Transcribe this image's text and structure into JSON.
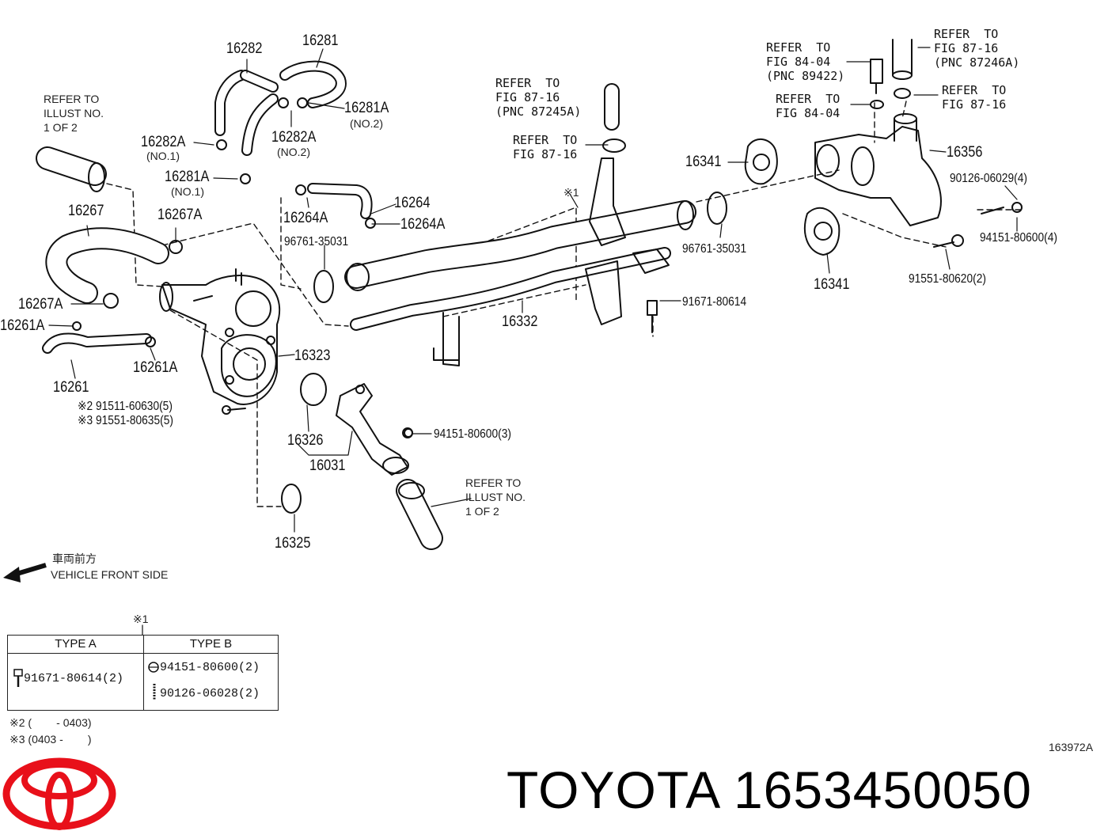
{
  "parts": {
    "p16282": "16282",
    "p16281": "16281",
    "p16281a_top": "16281A",
    "p16281a_top_sub": "(NO.2)",
    "p16282a_left": "16282A",
    "p16282a_left_sub": "(NO.1)",
    "p16282a_mid": "16282A",
    "p16282a_mid_sub": "(NO.2)",
    "p16281a_mid": "16281A",
    "p16281a_mid_sub": "(NO.1)",
    "p16267": "16267",
    "p16267a_top": "16267A",
    "p16267a_bottom": "16267A",
    "p16261a_left": "16261A",
    "p16261a_right": "16261A",
    "p16261": "16261",
    "p16264": "16264",
    "p16264a_left": "16264A",
    "p16264a_right": "16264A",
    "p96761_left": "96761-35031",
    "p96761_right": "96761-35031",
    "p16323": "16323",
    "p16326": "16326",
    "p16031": "16031",
    "p16325": "16325",
    "p94151_3": "94151-80600(3)",
    "p16332": "16332",
    "p91671": "91671-80614",
    "p16341_top": "16341",
    "p16341_bottom": "16341",
    "p16356": "16356",
    "p90126_4": "90126-06029(4)",
    "p94151_4": "94151-80600(4)",
    "p91551_2": "91551-80620(2)",
    "p91511_note": "※2 91511-60630(5)",
    "p91551_note": "※3 91551-80635(5)",
    "mark1": "※1"
  },
  "refs": {
    "illust_top_left": "REFER TO\nILLUST NO.\n1 OF 2",
    "illust_bottom": "REFER TO\nILLUST NO.\n1 OF 2",
    "fig8716_pnc87245a": "REFER  TO\nFIG 87-16\n(PNC 87245A)",
    "fig8716_mid": "REFER  TO\nFIG 87-16",
    "fig8404_pnc89422": "REFER  TO\nFIG 84-04\n(PNC 89422)",
    "fig8404_plain": "REFER  TO\nFIG 84-04",
    "fig8716_pnc87246a": "REFER  TO\nFIG 87-16\n(PNC 87246A)",
    "fig8716_right": "REFER  TO\nFIG 87-16"
  },
  "front": {
    "jp": "車両前方",
    "en": "VEHICLE FRONT SIDE"
  },
  "table": {
    "mark": "※1",
    "type_a": "TYPE A",
    "type_b": "TYPE B",
    "a1": "91671-80614(2)",
    "b1": "94151-80600(2)",
    "b2": "90126-06028(2)"
  },
  "notes": {
    "n2": "※2 (        - 0403)",
    "n3": "※3 (0403 -        )"
  },
  "figure_id": "163972A",
  "brand": {
    "text": "TOYOTA 1653450050",
    "logo_color": "#e8101a"
  }
}
